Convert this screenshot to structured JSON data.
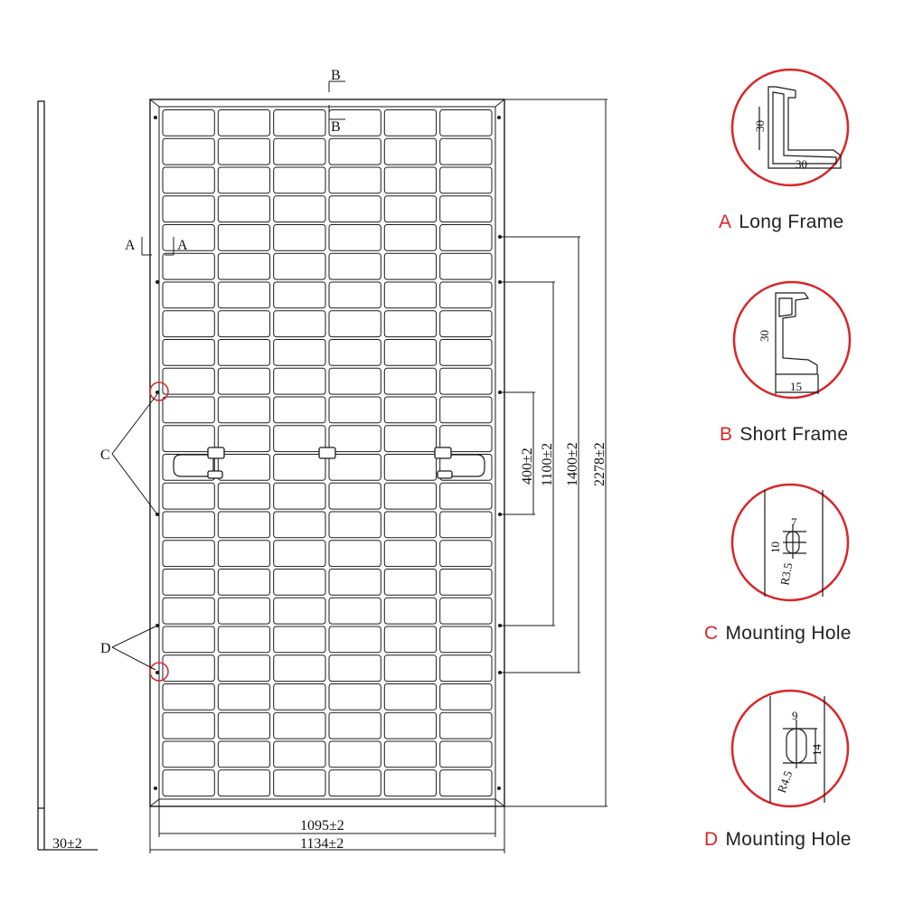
{
  "drawing": {
    "side_view": {
      "thickness_label": "30±2"
    },
    "panel": {
      "grid_rows": 24,
      "grid_cols": 6,
      "width_inner_label": "1095±2",
      "width_outer_label": "1134±2",
      "dim_400_label": "400±2",
      "dim_1100_label": "1100±2",
      "dim_1400_label": "1400±2",
      "dim_2278_label": "2278±2",
      "section_a": "A",
      "section_b": "B",
      "callout_c": "C",
      "callout_d": "D"
    },
    "detail_a": {
      "h_label": "30",
      "w_label": "30"
    },
    "detail_b": {
      "h_label": "30",
      "w_label": "15"
    },
    "detail_c": {
      "w_label": "7",
      "h_label": "10",
      "r_label": "R3.5"
    },
    "detail_d": {
      "w_label": "9",
      "h_label": "14",
      "r_label": "R4.5"
    }
  },
  "captions": {
    "a": {
      "letter": "A",
      "text": "Long Frame"
    },
    "b": {
      "letter": "B",
      "text": "Short Frame"
    },
    "c": {
      "letter": "C",
      "text": "Mounting Hole"
    },
    "d": {
      "letter": "D",
      "text": "Mounting Hole"
    }
  },
  "colors": {
    "line": "#1a1a1a",
    "accent": "#d9262a"
  }
}
